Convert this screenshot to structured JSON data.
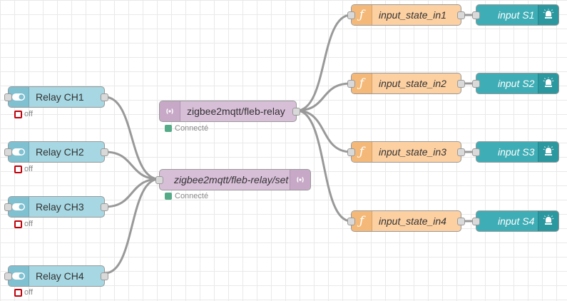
{
  "colors": {
    "switch_node": "#a6d7e2",
    "mqtt_node": "#d8bfd8",
    "function_node": "#fdd0a2",
    "bulb_node": "#3fadb5",
    "status_off": "#c0000a",
    "status_connected": "#55aa88",
    "wire": "#999999"
  },
  "relays": [
    {
      "label": "Relay CH1",
      "status": "off",
      "icon": "toggle-switch-icon"
    },
    {
      "label": "Relay CH2",
      "status": "off",
      "icon": "toggle-switch-icon"
    },
    {
      "label": "Relay CH3",
      "status": "off",
      "icon": "toggle-switch-icon"
    },
    {
      "label": "Relay CH4",
      "status": "off",
      "icon": "toggle-switch-icon"
    }
  ],
  "mqtt_in": {
    "label": "zigbee2mqtt/fleb-relay",
    "status": "Connecté",
    "icon": "mqtt-signal-icon"
  },
  "mqtt_out": {
    "label": "zigbee2mqtt/fleb-relay/set",
    "status": "Connecté",
    "icon": "mqtt-signal-icon"
  },
  "functions": [
    {
      "label": "input_state_in1",
      "icon": "function-icon"
    },
    {
      "label": "input_state_in2",
      "icon": "function-icon"
    },
    {
      "label": "input_state_in3",
      "icon": "function-icon"
    },
    {
      "label": "input_state_in4",
      "icon": "function-icon"
    }
  ],
  "indicators": [
    {
      "label": "input S1",
      "icon": "light-bulb-icon"
    },
    {
      "label": "input S2",
      "icon": "light-bulb-icon"
    },
    {
      "label": "input S3",
      "icon": "light-bulb-icon"
    },
    {
      "label": "input S4",
      "icon": "light-bulb-icon"
    }
  ]
}
